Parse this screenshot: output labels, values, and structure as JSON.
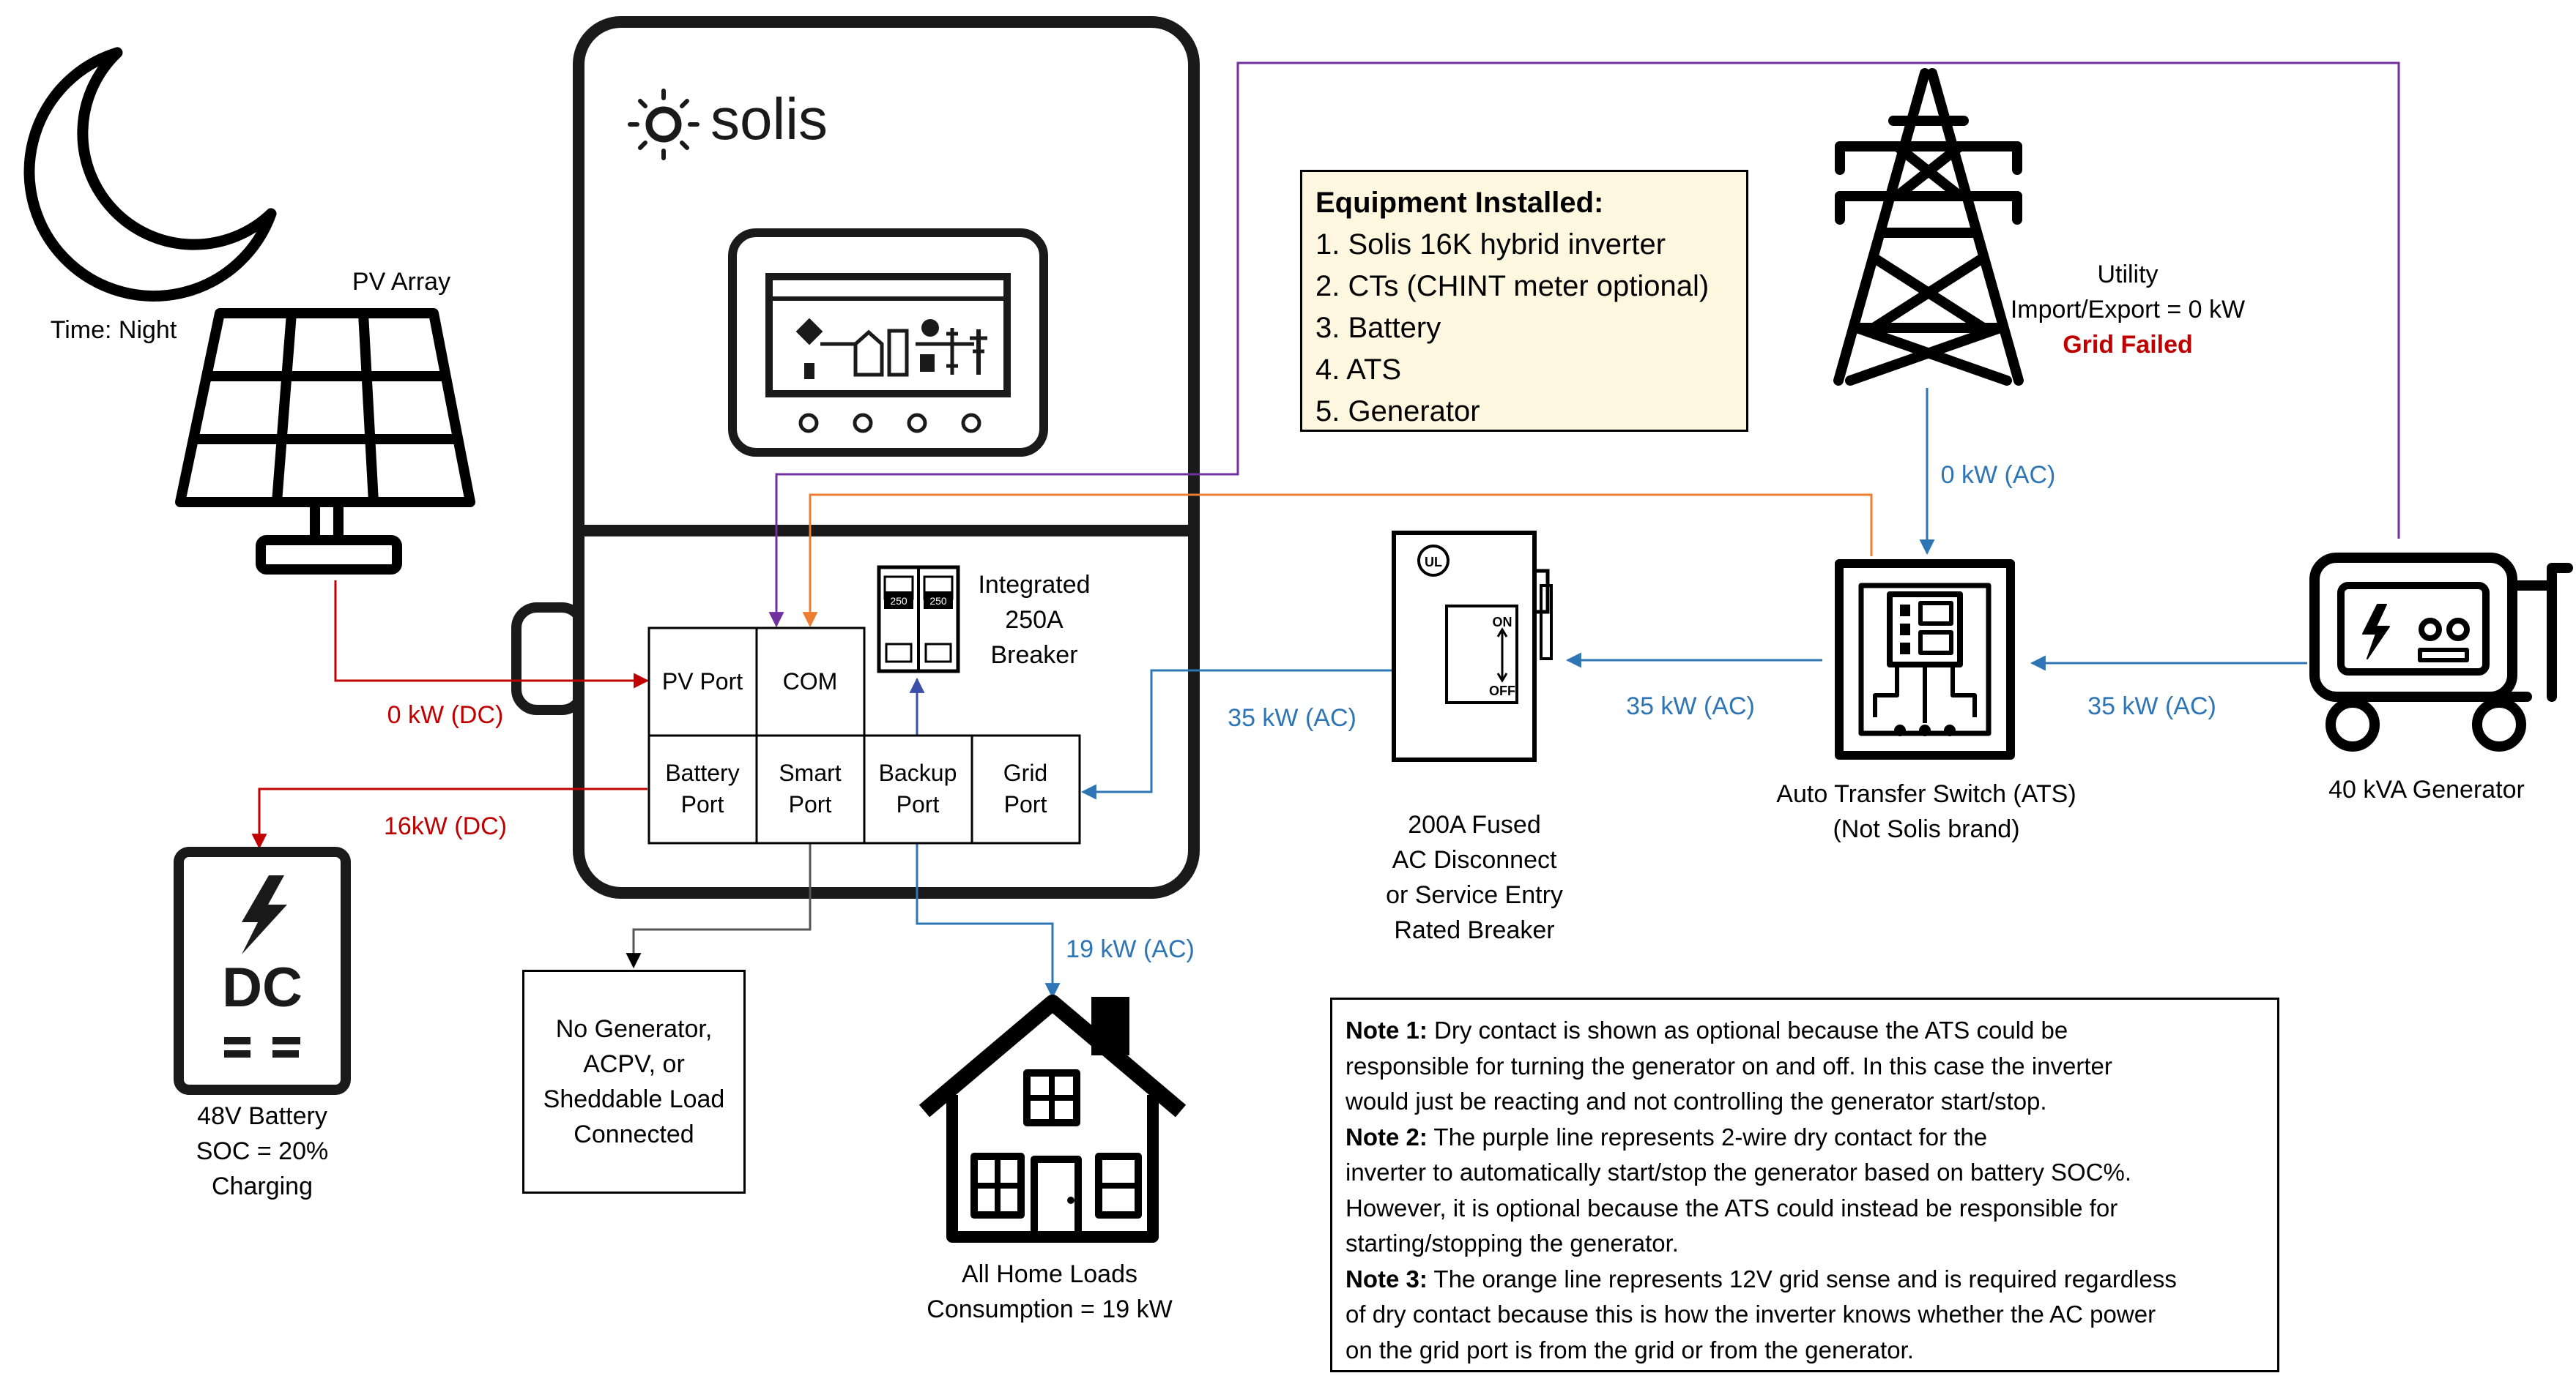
{
  "brand": "solis",
  "time_label": "Time: Night",
  "pv_array_label": "PV Array",
  "equipment": {
    "title": "Equipment Installed:",
    "items": [
      "1. Solis 16K hybrid inverter",
      "2. CTs (CHINT meter optional)",
      "3. Battery",
      "4. ATS",
      "5. Generator"
    ]
  },
  "utility": {
    "line1": "Utility",
    "line2": "Import/Export = 0 kW",
    "status": "Grid Failed"
  },
  "ports": {
    "pv": "PV Port",
    "com": "COM",
    "battery": [
      "Battery",
      "Port"
    ],
    "smart": [
      "Smart",
      "Port"
    ],
    "backup": [
      "Backup",
      "Port"
    ],
    "grid": [
      "Grid",
      "Port"
    ]
  },
  "breaker": {
    "label": [
      "Integrated",
      "250A",
      "Breaker"
    ],
    "rating": "250"
  },
  "flows": {
    "pv_dc": "0 kW (DC)",
    "battery_dc": "16kW (DC)",
    "utility_ac": "0 kW (AC)",
    "disconnect_to_grid_port": "35 kW (AC)",
    "ats_to_disconnect": "35 kW (AC)",
    "generator_to_ats": "35 kW (AC)",
    "home_ac": "19 kW (AC)"
  },
  "disconnect": {
    "label": [
      "200A Fused",
      "AC Disconnect",
      "or Service Entry",
      "Rated Breaker"
    ],
    "on": "ON",
    "off": "OFF",
    "ul": "UL"
  },
  "ats_label": [
    "Auto Transfer Switch (ATS)",
    "(Not Solis brand)"
  ],
  "generator_label": "40 kVA Generator",
  "battery": {
    "dc_text": "DC",
    "label": [
      "48V Battery",
      "SOC = 20%",
      "Charging"
    ]
  },
  "smart_port_box": [
    "No Generator,",
    "ACPV, or",
    "Sheddable Load",
    "Connected"
  ],
  "home": [
    "All Home Loads",
    "Consumption = 19 kW"
  ],
  "notes": [
    {
      "head": "Note 1:",
      "lines": [
        " Dry contact is shown as optional because the ATS could be",
        "responsible for turning the generator on and off. In this case the inverter",
        "would just be reacting and not controlling the generator start/stop."
      ]
    },
    {
      "head": "Note 2:",
      "lines": [
        " The purple line represents 2-wire dry contact for the",
        "inverter to automatically start/stop the generator based on battery SOC%.",
        "However, it is optional because the ATS could instead be responsible for",
        "starting/stopping the generator."
      ]
    },
    {
      "head": "Note 3:",
      "lines": [
        " The orange line represents 12V grid sense and is required regardless",
        "of dry contact because this is how the inverter knows whether the AC power",
        "on the grid port is from the grid or from the generator."
      ]
    }
  ],
  "colors": {
    "dc_line": "#c00000",
    "ac_line": "#2e75b6",
    "dry_contact": "#7030a0",
    "grid_sense": "#ed7d31",
    "grid_failed": "#c00000",
    "equipment_bg": "#fef7e0"
  }
}
